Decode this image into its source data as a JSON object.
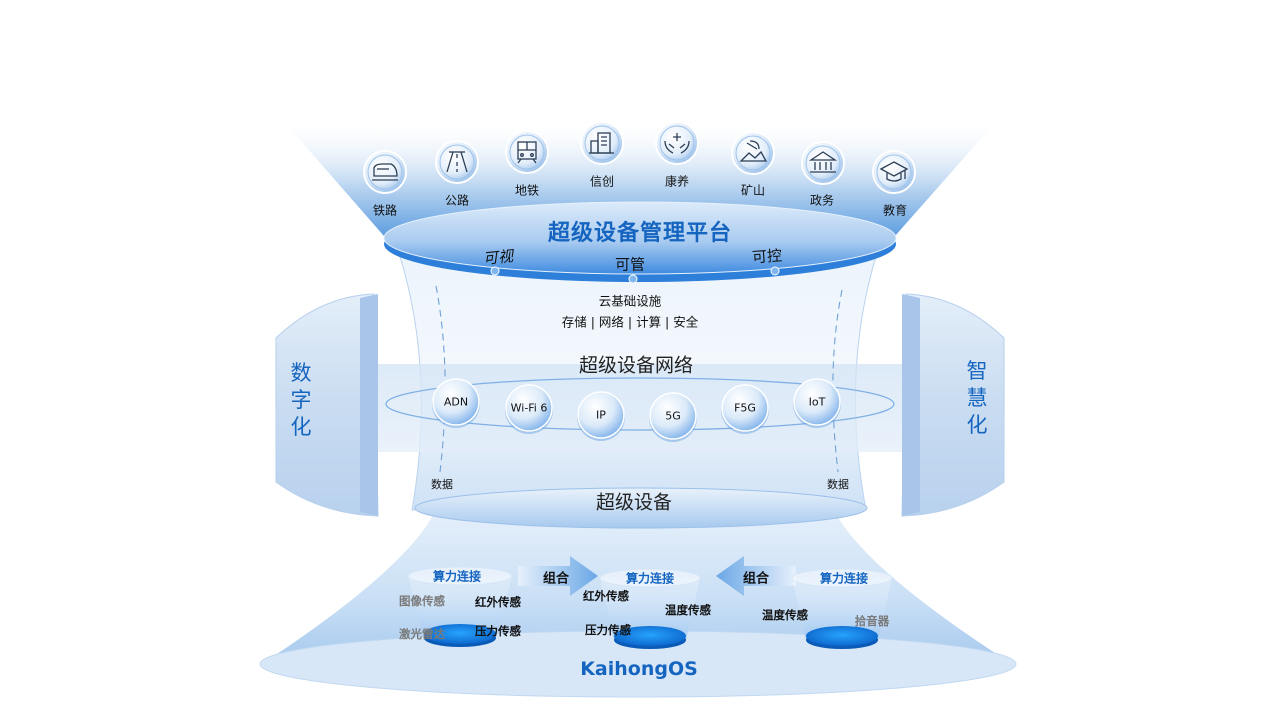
{
  "industries": [
    {
      "label": "铁路",
      "icon": "train-icon"
    },
    {
      "label": "公路",
      "icon": "road-icon"
    },
    {
      "label": "地铁",
      "icon": "subway-icon"
    },
    {
      "label": "信创",
      "icon": "server-icon"
    },
    {
      "label": "康养",
      "icon": "healthcare-icon"
    },
    {
      "label": "矿山",
      "icon": "mining-icon"
    },
    {
      "label": "政务",
      "icon": "government-icon"
    },
    {
      "label": "教育",
      "icon": "education-icon"
    }
  ],
  "platform": {
    "title": "超级设备管理平台",
    "capabilities": [
      "可视",
      "可管",
      "可控"
    ]
  },
  "cloud": {
    "title": "云基础设施",
    "items": "存储 | 网络 | 计算 | 安全"
  },
  "network": {
    "title": "超级设备网络",
    "nodes": [
      "ADN",
      "Wi-Fi 6",
      "IP",
      "5G",
      "F5G",
      "IoT"
    ]
  },
  "data_label": "数据",
  "device_title": "超级设备",
  "sides": {
    "left": "数字化",
    "right": "智慧化"
  },
  "cups": [
    {
      "title": "算力连接",
      "items": [
        "图像传感",
        "红外传感",
        "激光雷达",
        "压力传感"
      ]
    },
    {
      "title": "算力连接",
      "items": [
        "红外传感",
        "温度传感",
        "压力传感"
      ]
    },
    {
      "title": "算力连接",
      "items": [
        "温度传感",
        "拾音器"
      ]
    }
  ],
  "combine_label": "组合",
  "os_label": "KaihongOS",
  "colors": {
    "accent": "#1565c0",
    "light_blue": "#cfe3f7",
    "mid_blue": "#4d95dc",
    "deep_blue": "#0a74d6"
  }
}
